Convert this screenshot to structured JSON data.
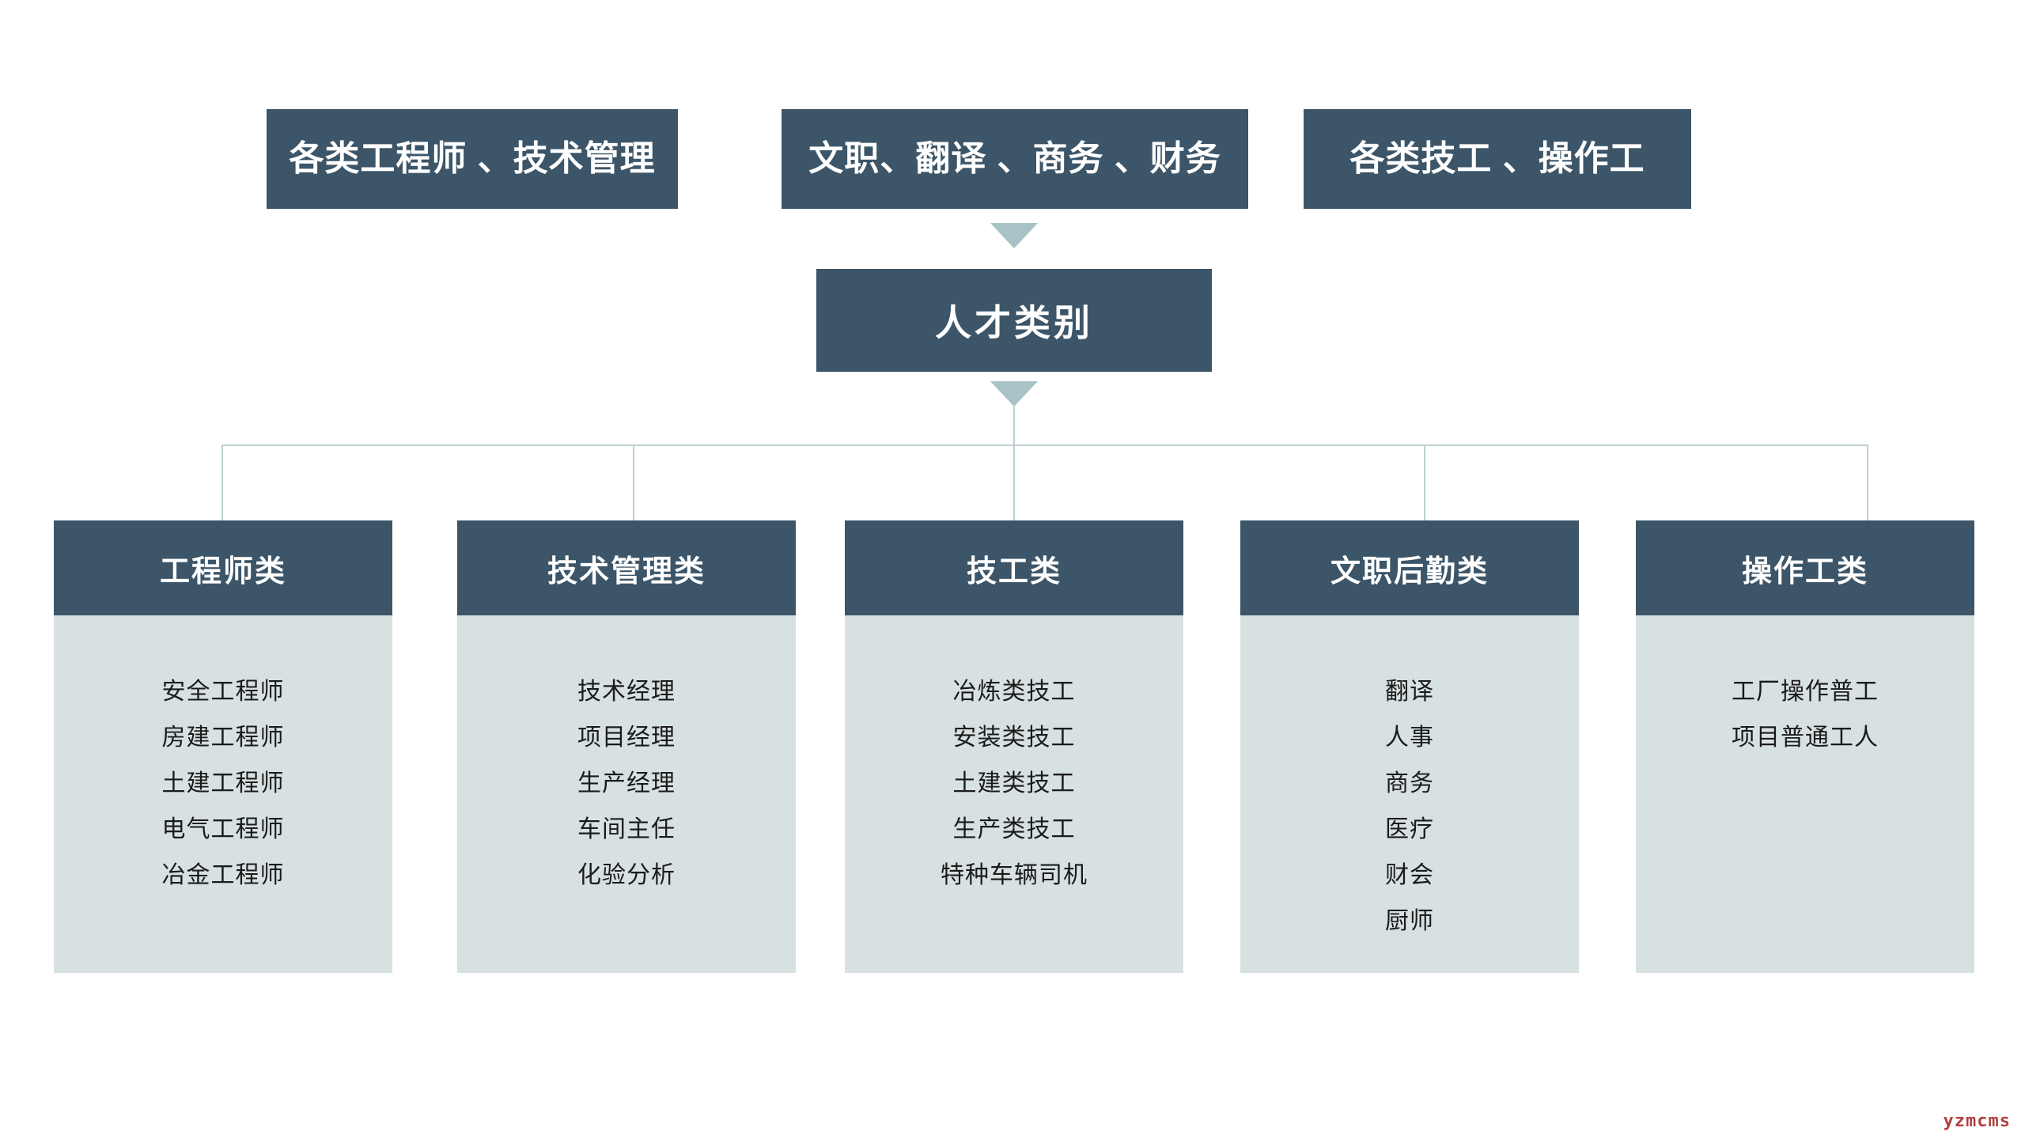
{
  "theme": {
    "dark_box": "#3c5568",
    "light_panel": "#d7e1e2",
    "connector": "#bcd0d2",
    "arrow": "#a8c2c6",
    "text_light": "#ffffff",
    "text_dark": "#1b1b1b",
    "watermark_color": "#a32020",
    "background": "#ffffff"
  },
  "top_row": [
    {
      "label": "各类工程师 、技术管理"
    },
    {
      "label": "文职、翻译 、商务 、财务"
    },
    {
      "label": "各类技工 、操作工"
    }
  ],
  "center": {
    "label": "人才类别"
  },
  "columns": [
    {
      "header": "工程师类",
      "items": [
        "安全工程师",
        "房建工程师",
        "土建工程师",
        "电气工程师",
        "冶金工程师"
      ]
    },
    {
      "header": "技术管理类",
      "items": [
        "技术经理",
        "项目经理",
        "生产经理",
        "车间主任",
        "化验分析"
      ]
    },
    {
      "header": "技工类",
      "items": [
        "冶炼类技工",
        "安装类技工",
        "土建类技工",
        "生产类技工",
        "特种车辆司机"
      ]
    },
    {
      "header": "文职后勤类",
      "items": [
        "翻译",
        "人事",
        "商务",
        "医疗",
        "财会",
        "厨师"
      ]
    },
    {
      "header": "操作工类",
      "items": [
        "工厂操作普工",
        "项目普通工人"
      ]
    }
  ],
  "watermark": {
    "text": "yzmcms"
  }
}
